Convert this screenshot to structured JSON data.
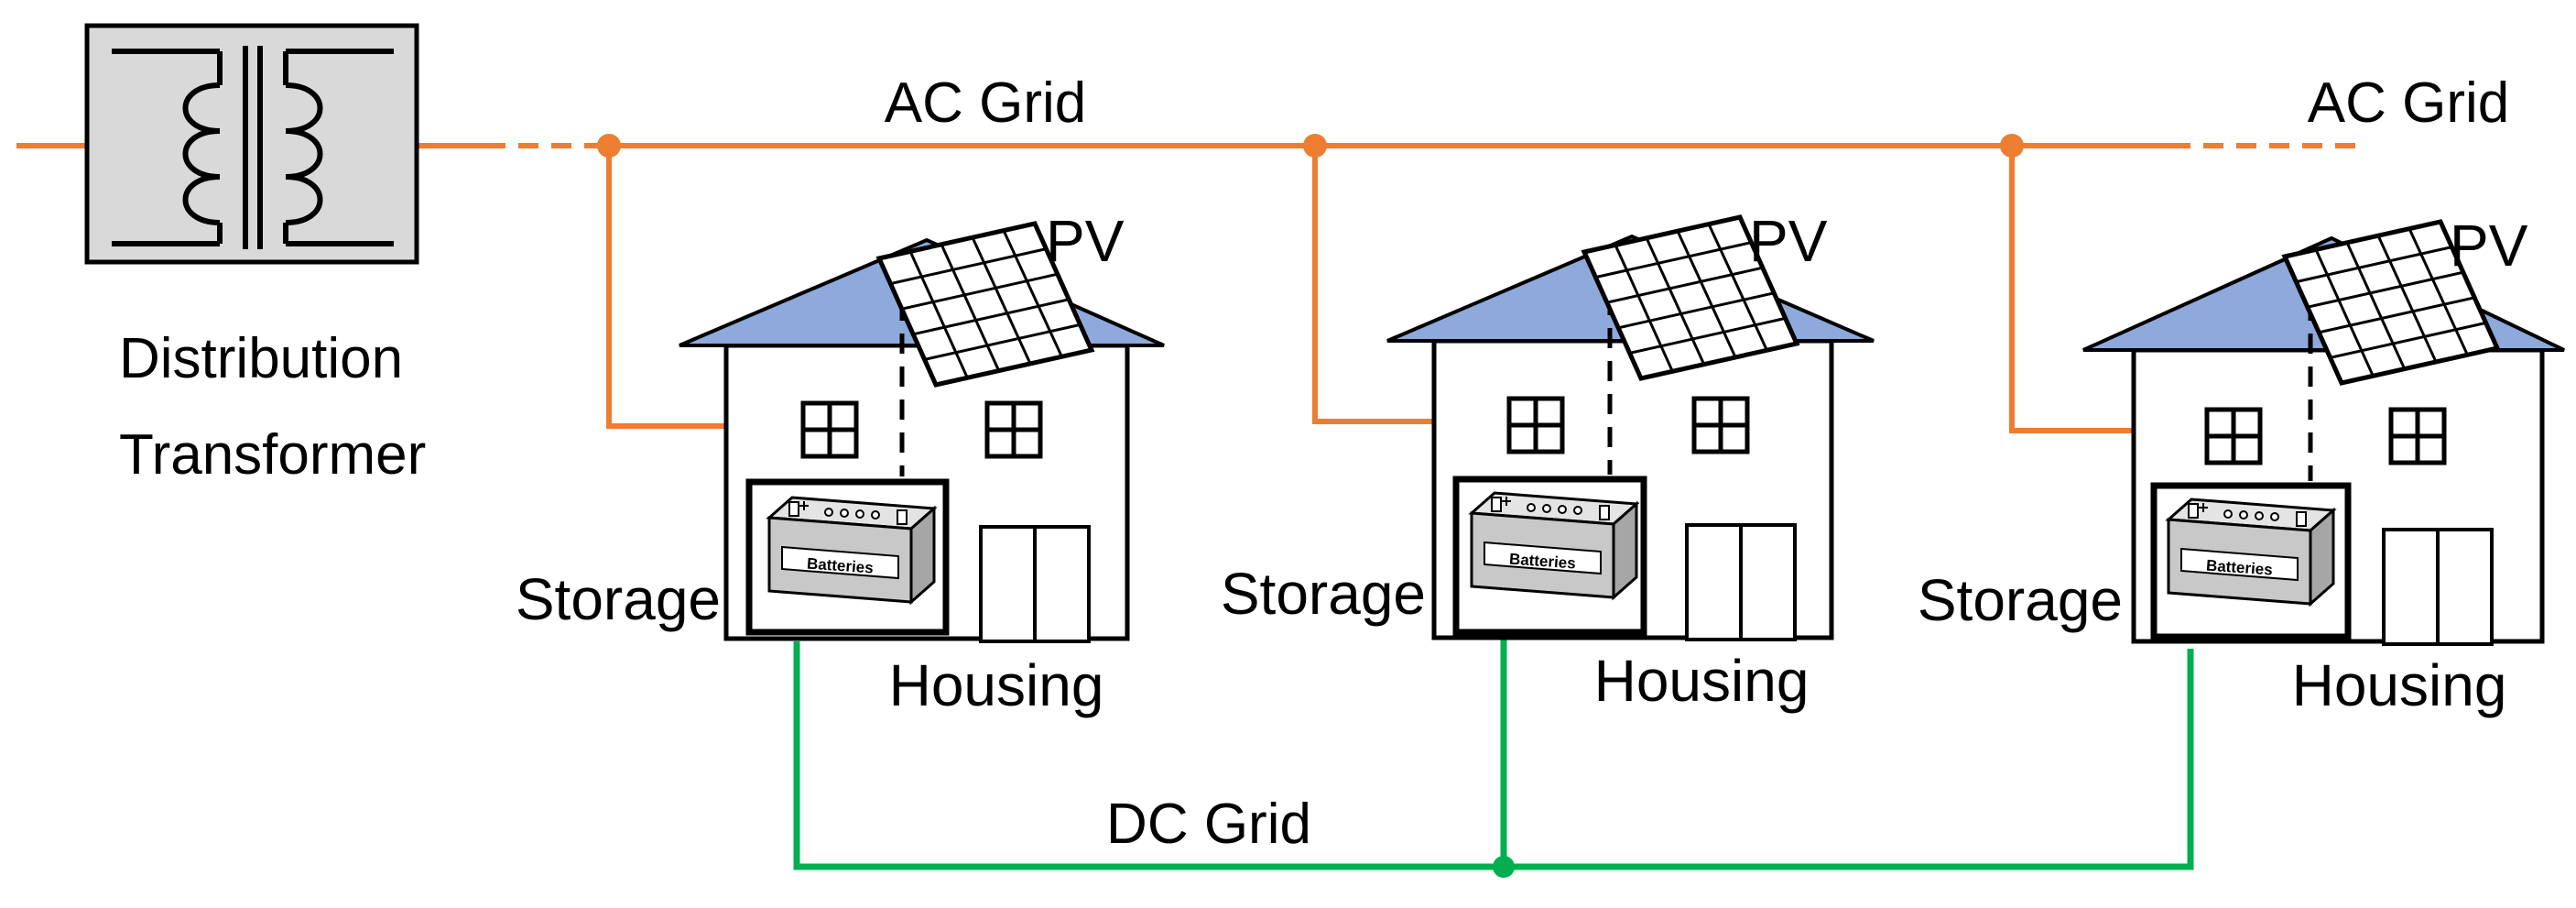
{
  "labels": {
    "ac_grid_left": "AC Grid",
    "ac_grid_right": "AC Grid",
    "dc_grid": "DC Grid",
    "transformer_line1": "Distribution",
    "transformer_line2": "Transformer"
  },
  "houses": [
    {
      "pv": "PV",
      "storage": "Storage",
      "housing": "Housing",
      "battery": "Batteries"
    },
    {
      "pv": "PV",
      "storage": "Storage",
      "housing": "Housing",
      "battery": "Batteries"
    },
    {
      "pv": "PV",
      "storage": "Storage",
      "housing": "Housing",
      "battery": "Batteries"
    }
  ],
  "colors": {
    "ac_line": "#ED7D31",
    "dc_line": "#00B050",
    "roof": "#8EA9DB",
    "transformer_fill": "#D9D9D9",
    "battery_fill": "#C8C8C8"
  }
}
